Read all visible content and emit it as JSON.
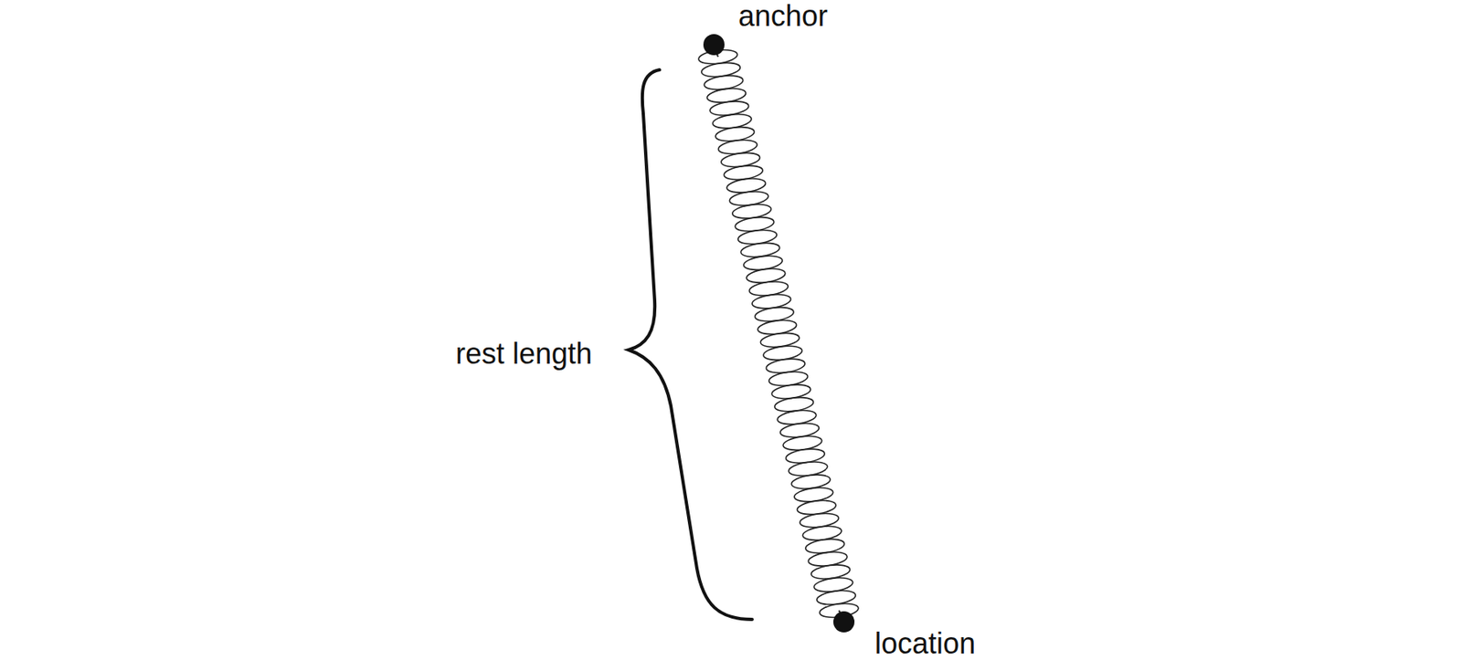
{
  "diagram": {
    "labels": [
      "anchor",
      "rest length",
      "location"
    ]
  }
}
